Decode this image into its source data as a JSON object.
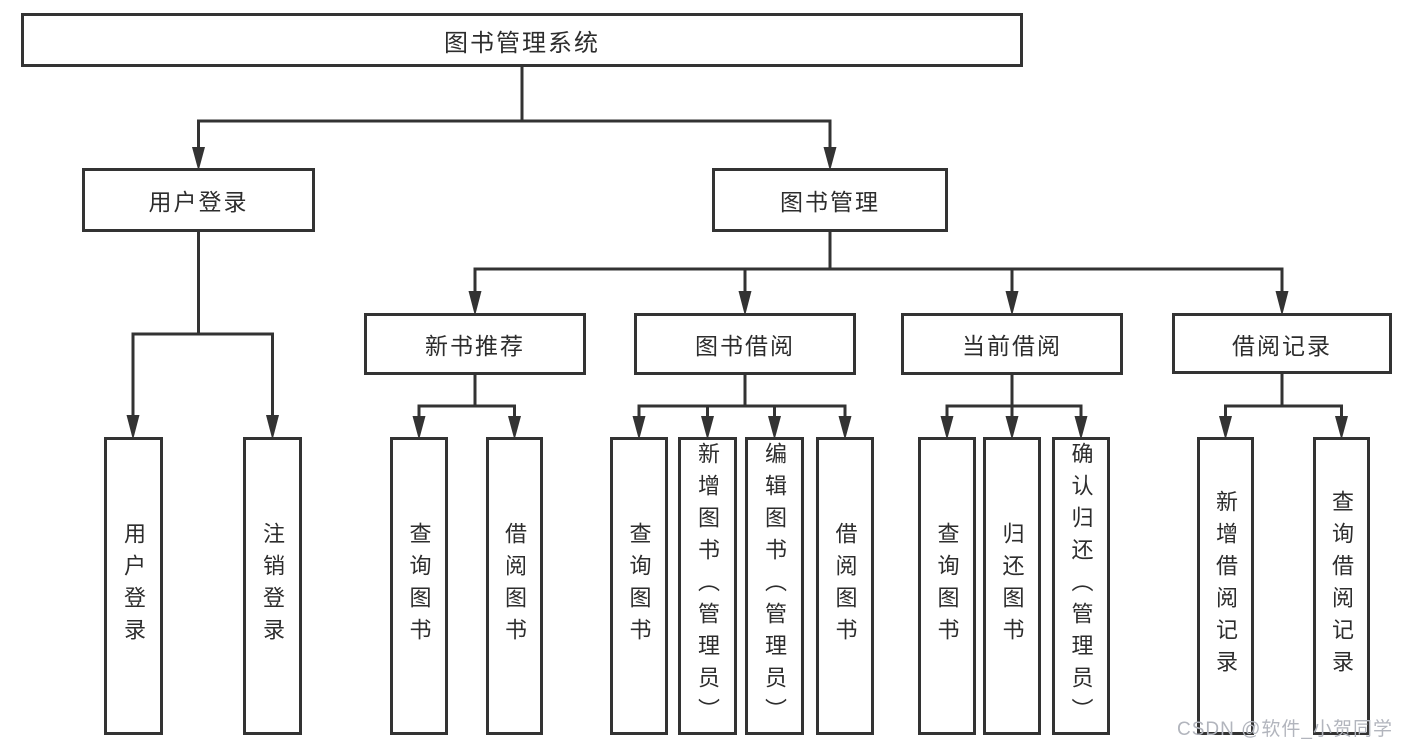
{
  "diagram": {
    "root": {
      "label": "图书管理系统"
    },
    "branches": [
      {
        "label": "用户登录",
        "children": [
          {
            "label": "用户登录"
          },
          {
            "label": "注销登录"
          }
        ]
      },
      {
        "label": "图书管理",
        "children": [
          {
            "label": "新书推荐",
            "children": [
              {
                "label": "查询图书"
              },
              {
                "label": "借阅图书"
              }
            ]
          },
          {
            "label": "图书借阅",
            "children": [
              {
                "label": "查询图书"
              },
              {
                "label": "新增图书（管理员）"
              },
              {
                "label": "编辑图书（管理员）"
              },
              {
                "label": "借阅图书"
              }
            ]
          },
          {
            "label": "当前借阅",
            "children": [
              {
                "label": "查询图书"
              },
              {
                "label": "归还图书"
              },
              {
                "label": "确认归还（管理员）"
              }
            ]
          },
          {
            "label": "借阅记录",
            "children": [
              {
                "label": "新增借阅记录"
              },
              {
                "label": "查询借阅记录"
              }
            ]
          }
        ]
      }
    ]
  },
  "watermark": {
    "text": "CSDN @软件_小贺同学"
  },
  "colors": {
    "line": "#333333",
    "border": "#333333",
    "text": "#2d2d2d",
    "background": "#ffffff",
    "watermark": "#b2b5bd"
  }
}
